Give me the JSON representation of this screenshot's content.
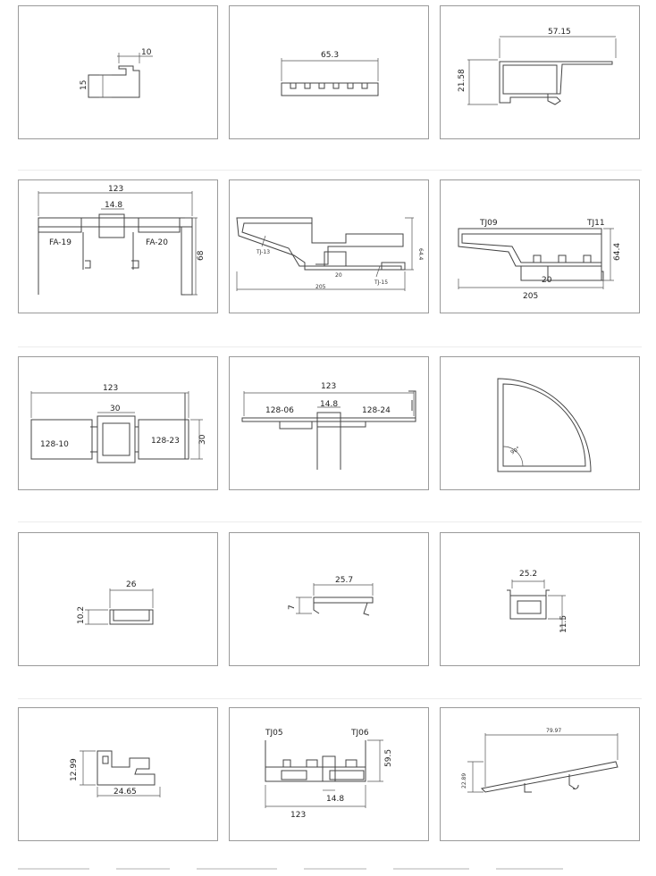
{
  "cards": [
    {
      "dims": [
        "10",
        "15"
      ]
    },
    {
      "dims": [
        "65.3"
      ]
    },
    {
      "dims": [
        "57.15",
        "21.58"
      ]
    },
    {
      "dims": [
        "123",
        "14.8",
        "68"
      ],
      "labels": [
        "FA-19",
        "FA-20"
      ]
    },
    {
      "dims": [
        "205",
        "64.4",
        "20"
      ],
      "labels": [
        "TJ-13",
        "TJ-15"
      ]
    },
    {
      "dims": [
        "205",
        "64.4",
        "20"
      ],
      "labels": [
        "TJ09",
        "TJ11"
      ]
    },
    {
      "dims": [
        "123",
        "30",
        "30"
      ],
      "labels": [
        "128-10",
        "128-23"
      ]
    },
    {
      "dims": [
        "123",
        "14.8"
      ],
      "labels": [
        "128-06",
        "128-24"
      ]
    },
    {
      "dims": [
        "90°"
      ]
    },
    {
      "dims": [
        "26",
        "10.2"
      ]
    },
    {
      "dims": [
        "25.7",
        "7"
      ]
    },
    {
      "dims": [
        "25.2",
        "11.5"
      ]
    },
    {
      "dims": [
        "12.99",
        "24.65"
      ]
    },
    {
      "dims": [
        "123",
        "59.5",
        "14.8"
      ],
      "labels": [
        "TJ05",
        "TJ06"
      ]
    },
    {
      "dims": [
        "79.97",
        "22.89"
      ]
    }
  ]
}
